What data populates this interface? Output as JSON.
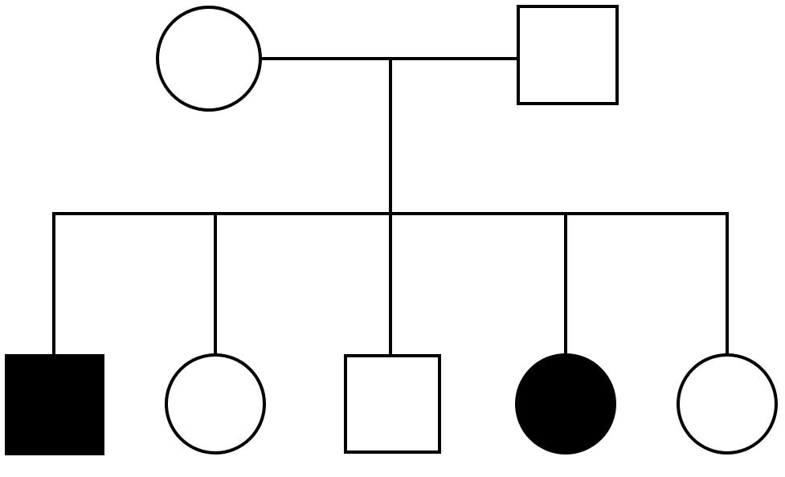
{
  "pedigree": {
    "colors": {
      "affected": "#000000",
      "unaffected": "#ffffff",
      "line": "#000000"
    },
    "generations": [
      {
        "individuals": [
          {
            "id": "mother",
            "sex": "female",
            "affected": false
          },
          {
            "id": "father",
            "sex": "male",
            "affected": false
          }
        ]
      },
      {
        "individuals": [
          {
            "id": "child-1",
            "sex": "male",
            "affected": true
          },
          {
            "id": "child-2",
            "sex": "female",
            "affected": false
          },
          {
            "id": "child-3",
            "sex": "male",
            "affected": false
          },
          {
            "id": "child-4",
            "sex": "female",
            "affected": true
          },
          {
            "id": "child-5",
            "sex": "female",
            "affected": false
          }
        ]
      }
    ]
  }
}
